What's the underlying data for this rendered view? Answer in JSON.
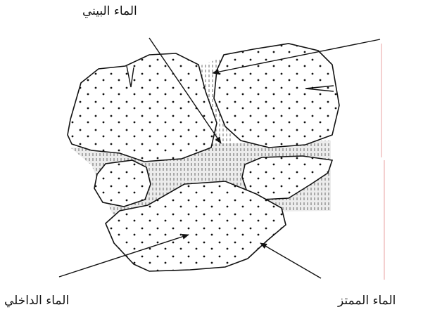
{
  "labels": {
    "interstitial_water": "الماء البيني",
    "internal_water": "الماء الداخلي",
    "adsorbed_water": "الماء الممتز"
  },
  "colors": {
    "ink": "#111111",
    "particle_fill": "#ffffff",
    "interstitial_fill": "#e6e6e6",
    "guide_line": "#e8a0a0"
  }
}
